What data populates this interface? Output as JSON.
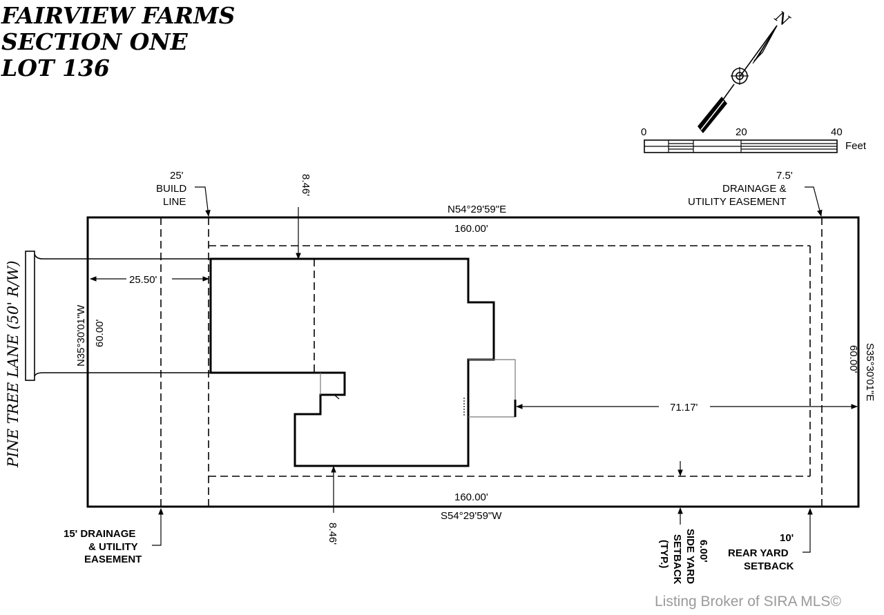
{
  "title": {
    "line1": "FAIRVIEW FARMS",
    "line2": "SECTION ONE",
    "line3": "LOT 136"
  },
  "road": {
    "label": "PINE TREE LANE (50' R/W)"
  },
  "north_arrow": {
    "letter": "N",
    "icon": "north-arrow-icon"
  },
  "scale_bar": {
    "tick_0": "0",
    "tick_20": "20",
    "tick_40": "40",
    "unit": "Feet"
  },
  "boundary": {
    "north_bearing": "N54°29'59\"E",
    "north_distance": "160.00'",
    "south_bearing": "S54°29'59\"W",
    "south_distance": "160.00'",
    "west_bearing": "N35°30'01\"W",
    "west_distance": "60.00'",
    "east_bearing": "S35°30'01\"E",
    "east_distance": "60.00'"
  },
  "dimensions": {
    "front_setback": "25.50'",
    "side_top": "8.46'",
    "side_bottom": "8.46'",
    "rear": "71.17'"
  },
  "callouts": {
    "build_line": [
      "25'",
      "BUILD",
      "LINE"
    ],
    "drainage_rear": [
      "7.5'",
      "DRAINAGE &",
      "UTILITY EASEMENT"
    ],
    "drainage_front": [
      "15' DRAINAGE",
      "& UTILITY",
      "EASEMENT"
    ],
    "side_setback": [
      "6.00'",
      "SIDE YARD",
      "SETBACK",
      "(TYP.)"
    ],
    "rear_setback": [
      "10'",
      "REAR YARD",
      "SETBACK"
    ]
  },
  "watermark": "Listing Broker of SIRA MLS©"
}
